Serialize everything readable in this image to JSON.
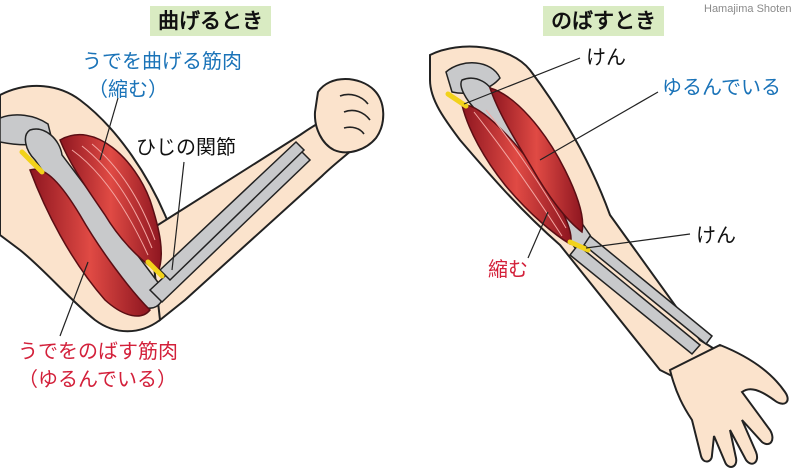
{
  "credit": "Hamajima Shoten",
  "bend": {
    "title": "曲げるとき",
    "flexor_label_1": "うでを曲げる筋肉",
    "flexor_label_2": "（縮む）",
    "joint_label": "ひじの関節",
    "extensor_label_1": "うでをのばす筋肉",
    "extensor_label_2": "（ゆるんでいる）"
  },
  "extend": {
    "title": "のばすとき",
    "tendon_top": "けん",
    "relaxed": "ゆるんでいる",
    "tendon_bottom": "けん",
    "contracted": "縮む"
  },
  "colors": {
    "skin": "#fbe3cc",
    "skin_outline": "#222222",
    "bone": "#c8c9cb",
    "muscle": "#c9242f",
    "tendon": "#f2d21a",
    "blue_text": "#1a73b8",
    "red_text": "#d3203a",
    "title_bg": "#d9ebc2"
  }
}
